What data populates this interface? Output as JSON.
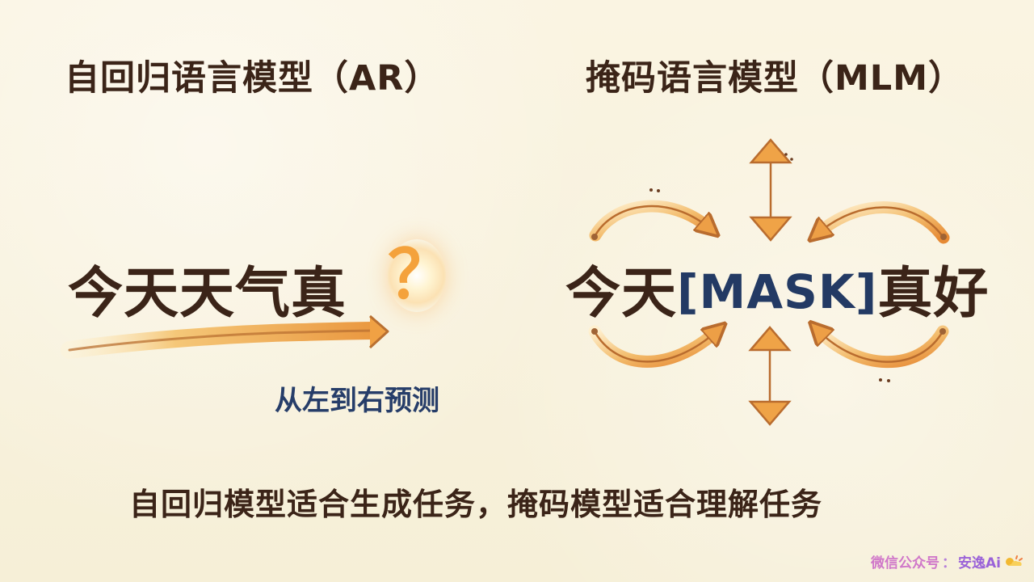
{
  "left": {
    "title": "自回归语言模型（AR）",
    "sentence": "今天天气真",
    "question_mark": "？",
    "direction_label": "从左到右预测"
  },
  "right": {
    "title": "掩码语言模型（MLM）",
    "sentence_prefix": "今天",
    "mask_token": "[MASK]",
    "sentence_suffix": "真好"
  },
  "summary": "自回归模型适合生成任务，掩码模型适合理解任务",
  "watermark": {
    "part1": "微信公众号",
    "separator": "：",
    "part2": "安逸Ai"
  },
  "colors": {
    "background": "#f8f1dc",
    "text": "#3b2418",
    "accent_orange": "#e9973f",
    "mask_blue": "#233a64",
    "watermark_purple": "#9a62d8"
  }
}
